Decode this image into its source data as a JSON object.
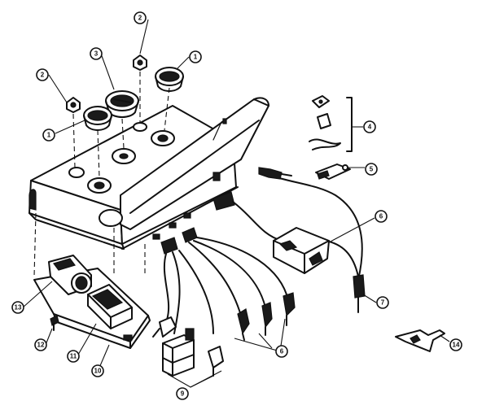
{
  "callouts": {
    "c1a": "1",
    "c1b": "1",
    "c2a": "2",
    "c2b": "2",
    "c3": "3",
    "c4": "4",
    "c5": "5",
    "c6a": "6",
    "c6b": "6",
    "c7": "7",
    "c9": "9",
    "c10": "10",
    "c11": "11",
    "c12": "12",
    "c13": "13",
    "c14": "14"
  }
}
